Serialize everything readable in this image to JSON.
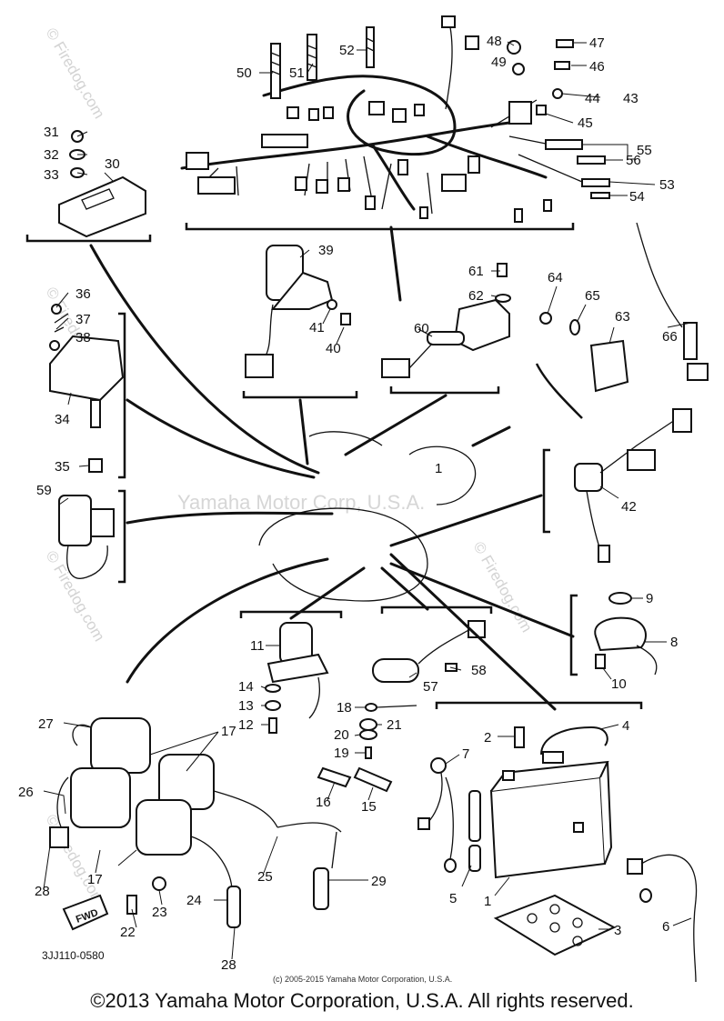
{
  "watermark_center": "Yamaha Motor Corp, U.S.A.",
  "watermark_side": "© Firedog.com",
  "diagram_code": "3JJ110-0580",
  "small_copyright": "(c) 2005-2015 Yamaha Motor Corporation, U.S.A.",
  "footer_copyright": "©2013 Yamaha Motor Corporation, U.S.A. All rights reserved.",
  "fwd_label": "FWD",
  "parts": {
    "p1a": "1",
    "p1b": "1",
    "p2": "2",
    "p3": "3",
    "p4": "4",
    "p5": "5",
    "p6": "6",
    "p7": "7",
    "p8": "8",
    "p9": "9",
    "p10": "10",
    "p11": "11",
    "p12": "12",
    "p13": "13",
    "p14": "14",
    "p15": "15",
    "p16": "16",
    "p17a": "17",
    "p17b": "17",
    "p18": "18",
    "p19": "19",
    "p20": "20",
    "p21": "21",
    "p22": "22",
    "p23": "23",
    "p24": "24",
    "p25": "25",
    "p26": "26",
    "p27": "27",
    "p28a": "28",
    "p28b": "28",
    "p29": "29",
    "p30": "30",
    "p31": "31",
    "p32": "32",
    "p33": "33",
    "p34": "34",
    "p35": "35",
    "p36": "36",
    "p37": "37",
    "p38": "38",
    "p39": "39",
    "p40": "40",
    "p41": "41",
    "p42": "42",
    "p43": "43",
    "p44": "44",
    "p45": "45",
    "p46": "46",
    "p47": "47",
    "p48": "48",
    "p49": "49",
    "p50": "50",
    "p51": "51",
    "p52": "52",
    "p53": "53",
    "p54": "54",
    "p55": "55",
    "p56": "56",
    "p57": "57",
    "p58": "58",
    "p59": "59",
    "p60": "60",
    "p61": "61",
    "p62": "62",
    "p63": "63",
    "p64": "64",
    "p65": "65",
    "p66": "66"
  }
}
